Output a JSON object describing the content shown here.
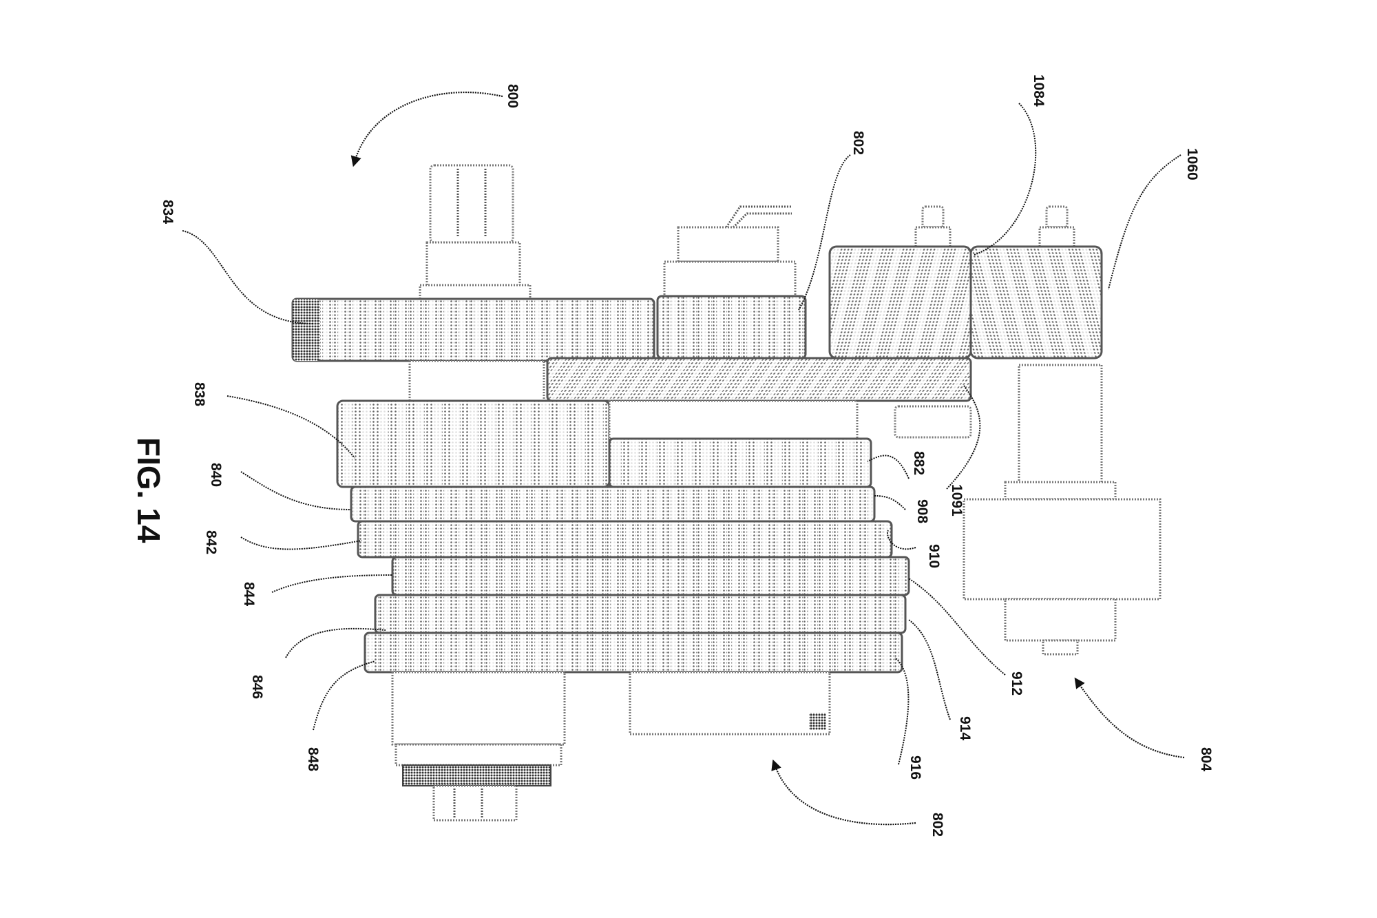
{
  "figure": {
    "title": "FIG. 14",
    "description": "Patent drawing of a transmission gear assembly (halftone side view) with reference numerals and leader lines",
    "colors": {
      "ink": "#111111",
      "halftone": "#555555",
      "background": "#ffffff"
    }
  },
  "labels": {
    "assembly_800": "800",
    "assembly_802_top": "802",
    "gear_1084": "1084",
    "gear_1060": "1060",
    "gear_834": "834",
    "gear_838": "838",
    "gear_840": "840",
    "gear_842": "842",
    "gear_844": "844",
    "gear_846": "846",
    "gear_848": "848",
    "gear_882": "882",
    "gear_908": "908",
    "gear_910": "910",
    "gear_1091": "1091",
    "gear_912": "912",
    "gear_914": "914",
    "gear_916": "916",
    "assembly_802_bottom": "802",
    "assembly_804": "804"
  }
}
